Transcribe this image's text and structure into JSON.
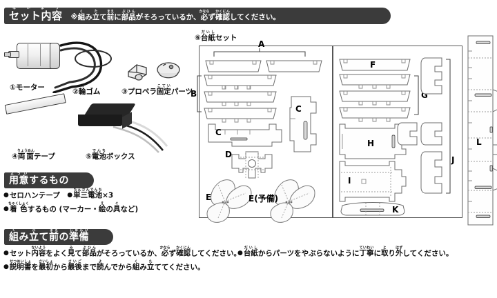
{
  "header": {
    "title": "セット内容",
    "title_ruby": "ないよう",
    "note": "※組み立て前に部品がそろっているか、必ず確認してください。",
    "note_rubies": [
      "く",
      "た",
      "まえ",
      "ぶひん",
      "かなら",
      "かくにん"
    ]
  },
  "parts": {
    "items": [
      {
        "num": "①",
        "label": "①モーター",
        "name": "motor"
      },
      {
        "num": "②",
        "label": "②輪ゴム",
        "name": "rubber-band",
        "ruby": "わ"
      },
      {
        "num": "③",
        "label": "③プロペラ固定パーツ",
        "name": "propeller-fixing-parts",
        "ruby": "こてい"
      },
      {
        "num": "④",
        "label": "④両面テープ",
        "name": "double-sided-tape",
        "ruby": "りょうめん"
      },
      {
        "num": "⑤",
        "label": "⑤電池ボックス",
        "name": "battery-box",
        "ruby": "でんち"
      },
      {
        "num": "⑥",
        "label": "⑥台紙セット",
        "name": "cardboard-sheet-set",
        "ruby": "だいし"
      }
    ]
  },
  "prepare": {
    "title": "用意するもの",
    "title_ruby": "ようい",
    "bullets": [
      "●セロハンテープ　●単三電池×3",
      "●着色するもの (マーカー・絵の具など)"
    ],
    "bullet_rubies": [
      "たんさんでんち",
      "ちゃくしょく",
      "え",
      "ぐ"
    ]
  },
  "before_assembly": {
    "title": "組み立て前の準備",
    "title_ruby": "く た まえ じゅんび",
    "bullets_left": [
      "●セット内容をよく見て部品がそろっているか、必ず確認してください。",
      "●説明書を最初から最後まで読んでから組み立ててください。"
    ],
    "bullets_right": [
      "●台紙からパーツをやぶらないように丁寧に取り外してください。"
    ]
  },
  "diagram": {
    "caption": "⑥台紙セット",
    "caption_ruby": "だいし",
    "part_labels": [
      "A",
      "B",
      "C",
      "C",
      "D",
      "E",
      "E(予備)",
      "F",
      "G",
      "H",
      "I",
      "J",
      "K",
      "L"
    ],
    "spare_label": "E(予備)"
  },
  "colors": {
    "header_bar": "#3b3b3b",
    "text": "#111111",
    "sheet_outline": "#6c6c6c",
    "battery_box": "#1b1b1b"
  }
}
